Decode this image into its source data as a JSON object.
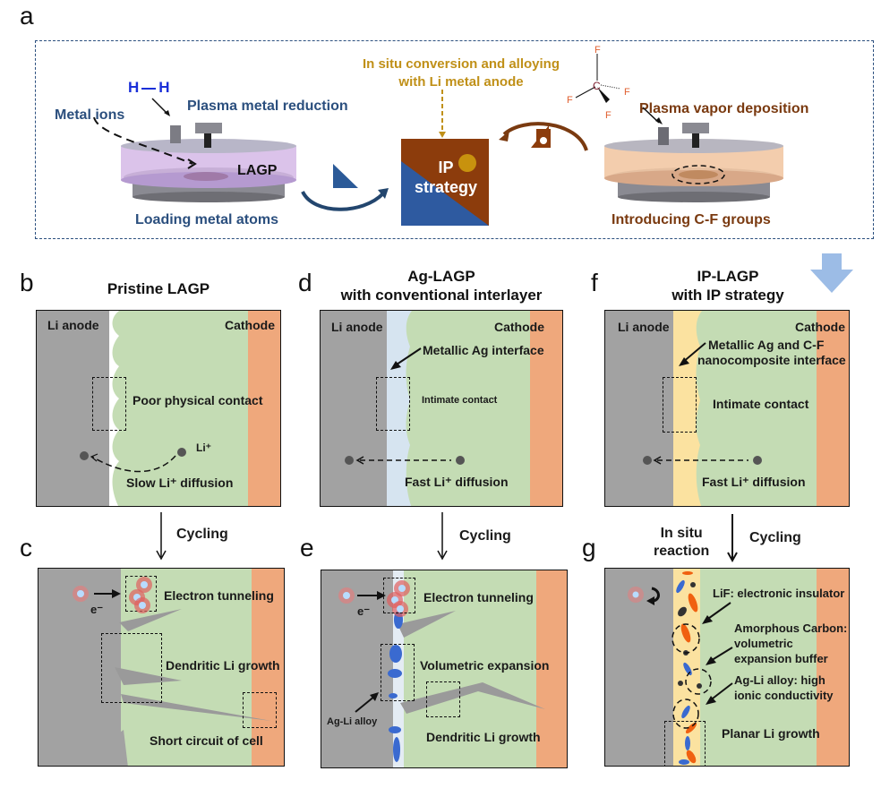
{
  "panel_letters": {
    "a": "a",
    "b": "b",
    "c": "c",
    "d": "d",
    "e": "e",
    "f": "f",
    "g": "g"
  },
  "panel_a": {
    "h2_left": "H",
    "h2_right": "H",
    "metal_ions": "Metal ions",
    "plasma_metal_reduction": "Plasma metal reduction",
    "lagp": "LAGP",
    "loading_metal_atoms": "Loading metal atoms",
    "in_situ_line1": "In situ conversion and alloying",
    "in_situ_line2": "with Li metal anode",
    "ip_line1": "IP",
    "ip_line2": "strategy",
    "cf_atoms": {
      "c": "C",
      "f_top": "F",
      "f_left": "F",
      "f_right": "F",
      "f_bottom": "F"
    },
    "plasma_vapor_deposition": "Plasma vapor deposition",
    "introducing_cf": "Introducing C-F groups"
  },
  "panel_b": {
    "title": "Pristine LAGP",
    "li_anode": "Li anode",
    "cathode": "Cathode",
    "contact": "Poor physical contact",
    "li_ion": "Li⁺",
    "diffusion": "Slow Li⁺ diffusion"
  },
  "panel_c": {
    "arrow_label": "Cycling",
    "electron": "e⁻",
    "tunneling": "Electron tunneling",
    "dendrite": "Dendritic Li growth",
    "short": "Short circuit of cell"
  },
  "panel_d": {
    "title_line1": "Ag-LAGP",
    "title_line2": "with conventional interlayer",
    "li_anode": "Li anode",
    "cathode": "Cathode",
    "interface": "Metallic Ag interface",
    "contact": "Intimate contact",
    "diffusion": "Fast Li⁺ diffusion"
  },
  "panel_e": {
    "arrow_label": "Cycling",
    "electron": "e⁻",
    "tunneling": "Electron tunneling",
    "expansion": "Volumetric expansion",
    "alloy": "Ag-Li alloy",
    "dendrite": "Dendritic Li growth"
  },
  "panel_f": {
    "title_line1": "IP-LAGP",
    "title_line2": "with IP strategy",
    "li_anode": "Li anode",
    "cathode": "Cathode",
    "interface_line1": "Metallic Ag and C-F",
    "interface_line2": "nanocomposite interface",
    "contact": "Intimate contact",
    "diffusion": "Fast Li⁺ diffusion"
  },
  "panel_g": {
    "reaction_line1": "In situ",
    "reaction_line2": "reaction",
    "arrow_label": "Cycling",
    "lif": "LiF: electronic insulator",
    "carbon_line1": "Amorphous Carbon:",
    "carbon_line2": "volumetric",
    "carbon_line3": "expansion buffer",
    "alloy_line1": "Ag-Li alloy: high",
    "alloy_line2": "ionic conductivity",
    "planar": "Planar Li growth"
  },
  "colors": {
    "navy_text": "#2b4f7e",
    "gold_text": "#c09018",
    "brown_text": "#8a3c10",
    "anode_gray": "#a2a2a2",
    "electrolyte_green": "#c4dcb4",
    "cathode_orange": "#efa87c",
    "ag_layer_blue": "#d6e4f0",
    "ip_layer_yellow": "#fbe2a0",
    "ip_blue": "#2e5aa0",
    "ip_brown": "#8c3c0c"
  }
}
